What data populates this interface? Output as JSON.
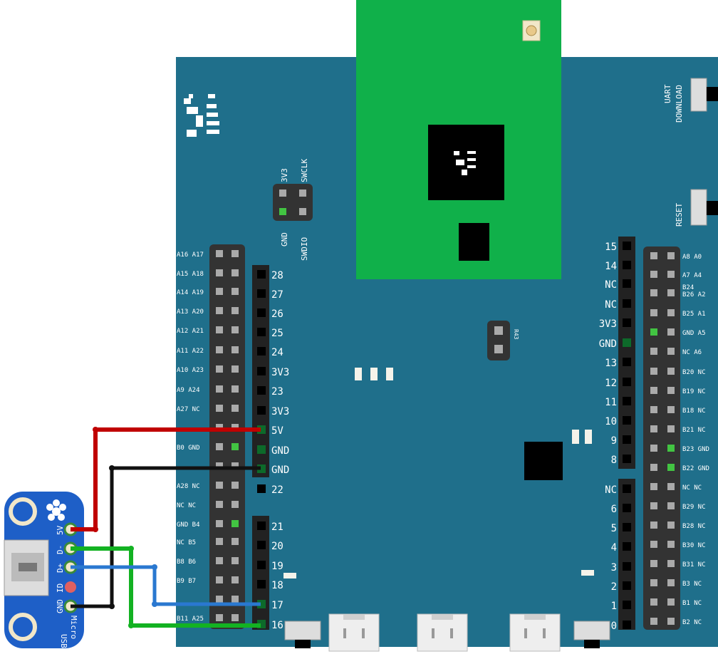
{
  "board": {
    "switch_uart_label": "UART",
    "switch_download_label": "DOWNLOAD",
    "reset_label": "RESET",
    "swd_labels": {
      "v33": "3V3",
      "swclk": "SWCLK",
      "gnd": "GND",
      "swdio": "SWDIO"
    },
    "r_label": "R43",
    "colors": {
      "pcb": "#1f6f8b",
      "module": "#10b04a",
      "wire_red": "#c00000",
      "wire_black": "#111111",
      "wire_green": "#13b222",
      "wire_blue": "#2a78d0"
    },
    "left_header_pins": [
      "28",
      "27",
      "26",
      "25",
      "24",
      "3V3",
      "23",
      "3V3",
      "5V",
      "GND",
      "GND",
      "22",
      "21",
      "20",
      "19",
      "18",
      "17",
      "16"
    ],
    "left_small_labels": [
      "A16 A17",
      "A15 A18",
      "A14 A19",
      "A13 A20",
      "A12 A21",
      "A11 A22",
      "A10 A23",
      "A9  A24",
      "A27  NC",
      "",
      "B0  GND",
      "",
      "A28  NC",
      "NC  NC",
      "GND  B4",
      "NC  B5",
      "B8  B6",
      "B9  B7",
      "",
      "B11 A25"
    ],
    "right_header_pins": [
      "15",
      "14",
      "NC",
      "NC",
      "3V3",
      "GND",
      "13",
      "12",
      "11",
      "10",
      "9",
      "8",
      "NC",
      "6",
      "5",
      "4",
      "3",
      "2",
      "1",
      "0"
    ],
    "right_small_labels": [
      "A8  A0",
      "A7  A4",
      "B24",
      "B26  A2",
      "B25  A1",
      "GND  A5",
      "NC  A6",
      "B20  NC",
      "B19  NC",
      "B18  NC",
      "B21  NC",
      "B23 GND",
      "B22 GND",
      "NC  NC",
      "B29  NC",
      "B28  NC",
      "B30  NC",
      "B31  NC",
      "B3  NC",
      "B1  NC",
      "B2  NC"
    ]
  },
  "breakout": {
    "pins": [
      "5V",
      "D-",
      "D+",
      "ID",
      "GND"
    ],
    "label_micro": "Micro",
    "label_usb": "USB"
  }
}
